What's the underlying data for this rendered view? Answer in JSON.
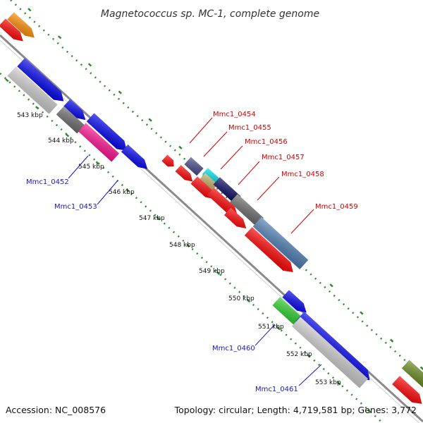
{
  "title": "Magnetococcus sp. MC-1, complete genome",
  "footer": {
    "accession": "Accession: NC_008576",
    "topology": "Topology: circular; Length: 4,719,581 bp; Genes: 3,772"
  },
  "ticks": [
    "543 kbp",
    "544 kbp",
    "545 kbp",
    "546 kbp",
    "547 kbp",
    "548 kbp",
    "549 kbp",
    "550 kbp",
    "551 kbp",
    "552 kbp",
    "553 kbp"
  ],
  "gene_labels_red": [
    "Mmc1_0454",
    "Mmc1_0455",
    "Mmc1_0456",
    "Mmc1_0457",
    "Mmc1_0458",
    "Mmc1_0459"
  ],
  "gene_labels_blue": [
    "Mmc1_0452",
    "Mmc1_0453",
    "Mmc1_0460",
    "Mmc1_0461"
  ],
  "colors": {
    "backbone": "#8a8a8a",
    "grid_dots": "#2e8b2e",
    "label_red": "#d40000",
    "label_blue": "#1a1ab5",
    "gene_red": "#ff0000",
    "gene_blue": "#0000ee",
    "gene_orange": "#ff8c00",
    "gene_gray": "#6e6e6e",
    "gene_lightgray": "#cfcfcf",
    "gene_pink": "#ff1493",
    "gene_steelblue": "#4f7fb5",
    "gene_cyan": "#00e5ee",
    "gene_khaki": "#c8b46e",
    "gene_slate": "#4b4b8c",
    "gene_navy": "#0a0a60",
    "gene_green": "#2ed12e",
    "gene_olive": "#6b8e23"
  }
}
